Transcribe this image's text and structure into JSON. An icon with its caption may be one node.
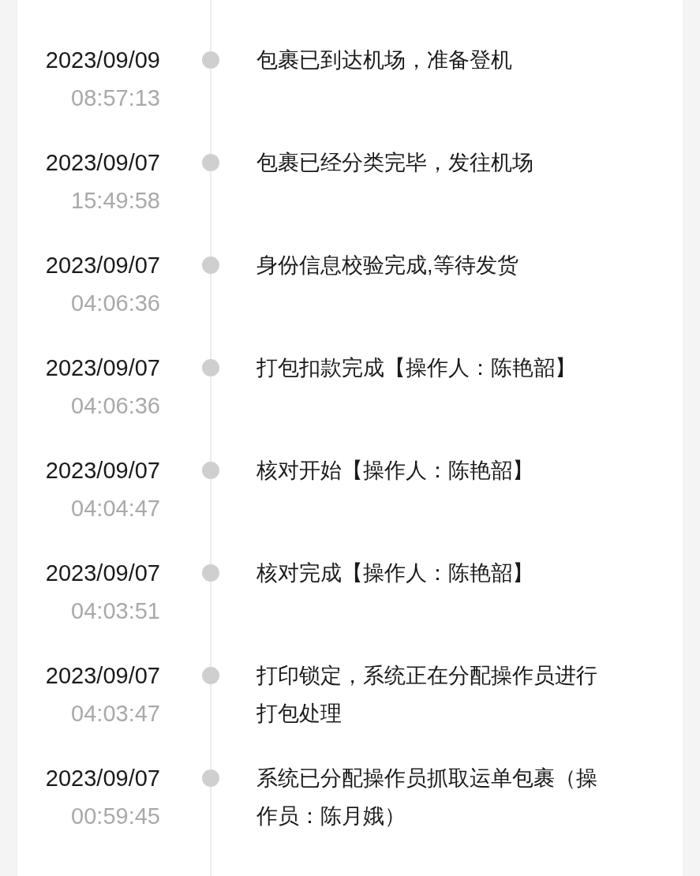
{
  "diagram": {
    "nodes": [
      {
        "text": [],
        "shape": "circle",
        "beside": [
          "2023/09/09",
          "08:57:13",
          "包裹已到达机场，准备登机"
        ]
      },
      {
        "text": [],
        "shape": "circle",
        "beside": [
          "2023/09/07",
          "15:49:58",
          "包裹已经分类完毕，发往机场"
        ]
      },
      {
        "text": [],
        "shape": "circle",
        "beside": [
          "2023/09/07",
          "04:06:36",
          "身份信息校验完成,等待发货"
        ]
      },
      {
        "text": [],
        "shape": "circle",
        "beside": [
          "2023/09/07",
          "04:06:36",
          "打包扣款完成【操作人：陈艳韶】"
        ]
      },
      {
        "text": [],
        "shape": "circle",
        "beside": [
          "2023/09/07",
          "04:04:47",
          "核对开始【操作人：陈艳韶】"
        ]
      },
      {
        "text": [],
        "shape": "circle",
        "beside": [
          "2023/09/07",
          "04:03:51",
          "核对完成【操作人：陈艳韶】"
        ]
      },
      {
        "text": [],
        "shape": "circle",
        "beside": [
          "2023/09/07",
          "04:03:47",
          "打印锁定，系统正在分配操作员进行打包处理"
        ]
      },
      {
        "text": [],
        "shape": "circle",
        "beside": [
          "2023/09/07",
          "00:59:45",
          "系统已分配操作员抓取运单包裹（操作员：陈月娥）"
        ]
      }
    ],
    "edges": [
      {
        "from": null,
        "to": 0,
        "arrow": "none"
      },
      {
        "from": 0,
        "to": 1,
        "arrow": "none"
      },
      {
        "from": 1,
        "to": 2,
        "arrow": "none"
      },
      {
        "from": 2,
        "to": 3,
        "arrow": "none"
      },
      {
        "from": 3,
        "to": 4,
        "arrow": "none"
      },
      {
        "from": 4,
        "to": 5,
        "arrow": "none"
      },
      {
        "from": 5,
        "to": 6,
        "arrow": "none"
      },
      {
        "from": 6,
        "to": 7,
        "arrow": "none"
      },
      {
        "from": 7,
        "to": null,
        "arrow": "none"
      }
    ]
  }
}
